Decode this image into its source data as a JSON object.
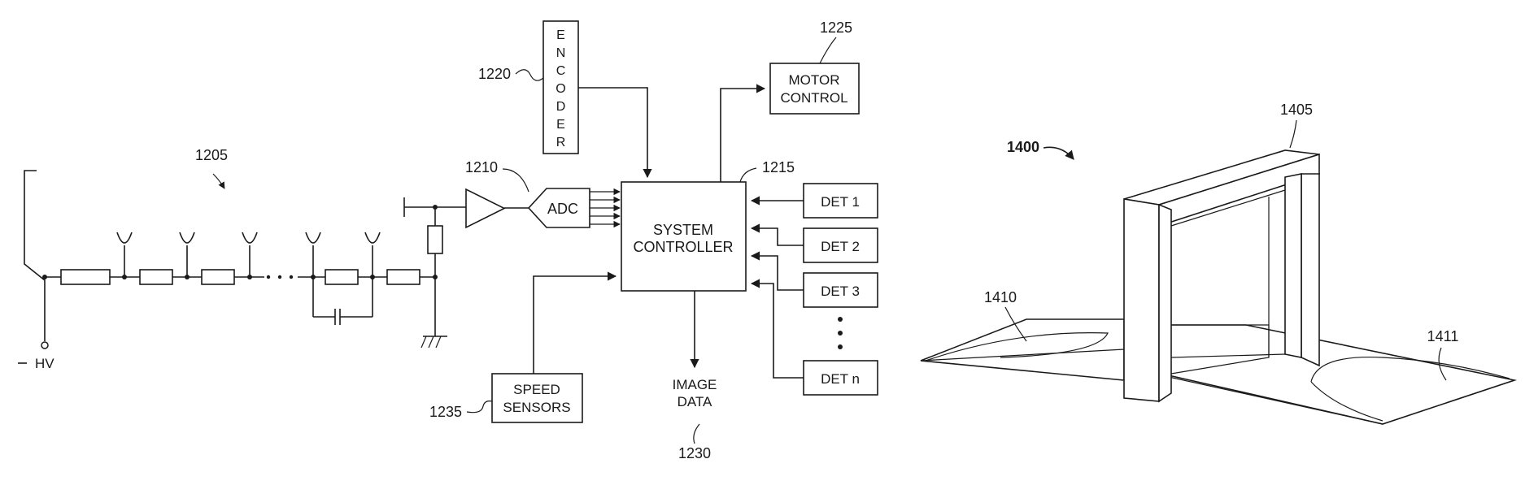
{
  "refs": {
    "r1205": "1205",
    "r1210": "1210",
    "r1215": "1215",
    "r1220": "1220",
    "r1225": "1225",
    "r1230": "1230",
    "r1235": "1235",
    "r1400": "1400",
    "r1405": "1405",
    "r1410": "1410",
    "r1411": "1411"
  },
  "labels": {
    "hv": "HV",
    "adc": "ADC",
    "encoder_letters": [
      "E",
      "N",
      "C",
      "O",
      "D",
      "E",
      "R"
    ],
    "motor_control": [
      "MOTOR",
      "CONTROL"
    ],
    "system_controller": [
      "SYSTEM",
      "CONTROLLER"
    ],
    "det1": "DET 1",
    "det2": "DET 2",
    "det3": "DET 3",
    "detn": "DET n",
    "speed_sensors": [
      "SPEED",
      "SENSORS"
    ],
    "image_data": [
      "IMAGE",
      "DATA"
    ]
  }
}
